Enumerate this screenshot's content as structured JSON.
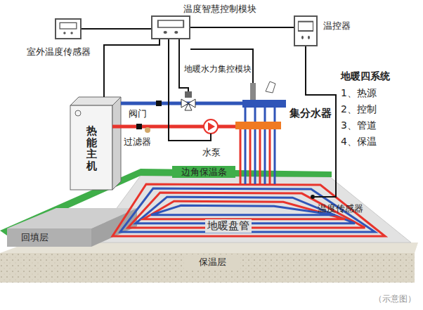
{
  "diagram": {
    "caption": "（示意图）",
    "nodes": [
      {
        "text": [
          "室外温度传感器"
        ]
      },
      {
        "text": [
          "温度智慧控制模块"
        ]
      },
      {
        "text": [
          "温控器"
        ]
      },
      {
        "text": [
          "热能主机"
        ]
      },
      {
        "text": [
          "边角保温条"
        ]
      },
      {
        "text": [
          "回填层"
        ]
      },
      {
        "text": [
          "保温层"
        ]
      }
    ],
    "edges": [
      {
        "from": 0,
        "to": 1,
        "arrow": "none"
      },
      {
        "from": 1,
        "to": 2,
        "arrow": "none"
      },
      {
        "from": 1,
        "to": 3,
        "arrow": "none"
      }
    ],
    "labels": [
      "地暖水力集控模块",
      "阀门",
      "过滤器",
      "水泵",
      "集分水器",
      "地暖四系统",
      "1、热源",
      "2、控制",
      "3、管道",
      "4、保温",
      "温度传感器",
      "地暖盘管"
    ]
  }
}
